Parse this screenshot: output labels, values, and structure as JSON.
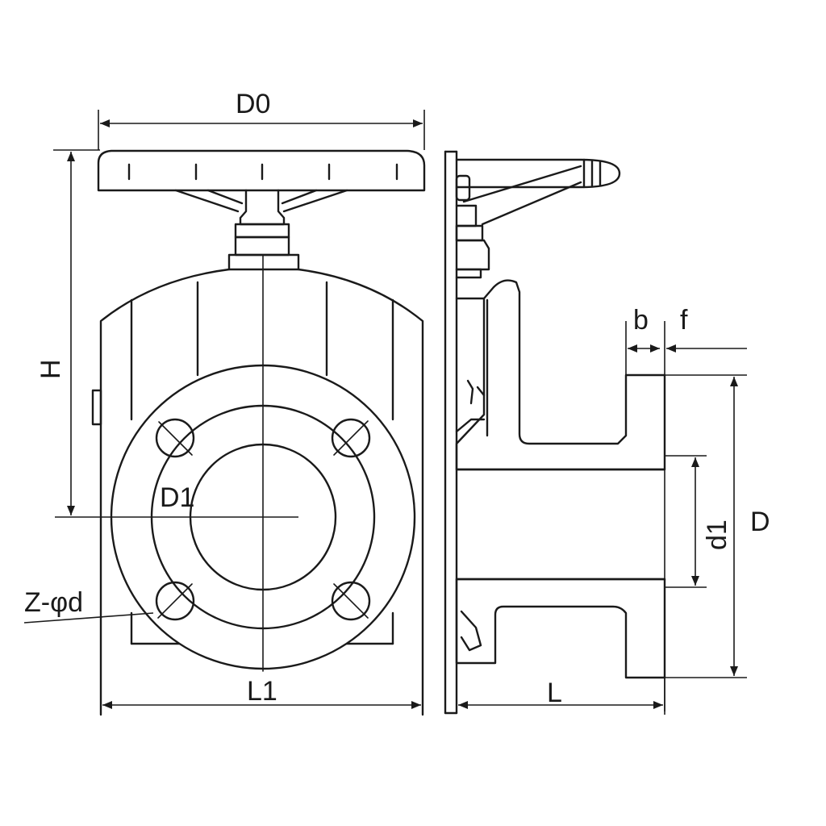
{
  "labels": {
    "d0": "D0",
    "h": "H",
    "d1_upper": "D1",
    "z_phi_d": "Z-φd",
    "l1": "L1",
    "b": "b",
    "f": "f",
    "d1_lower": "d1",
    "d": "D",
    "l": "L"
  },
  "colors": {
    "line": "#1a1a1a",
    "background": "#ffffff"
  }
}
